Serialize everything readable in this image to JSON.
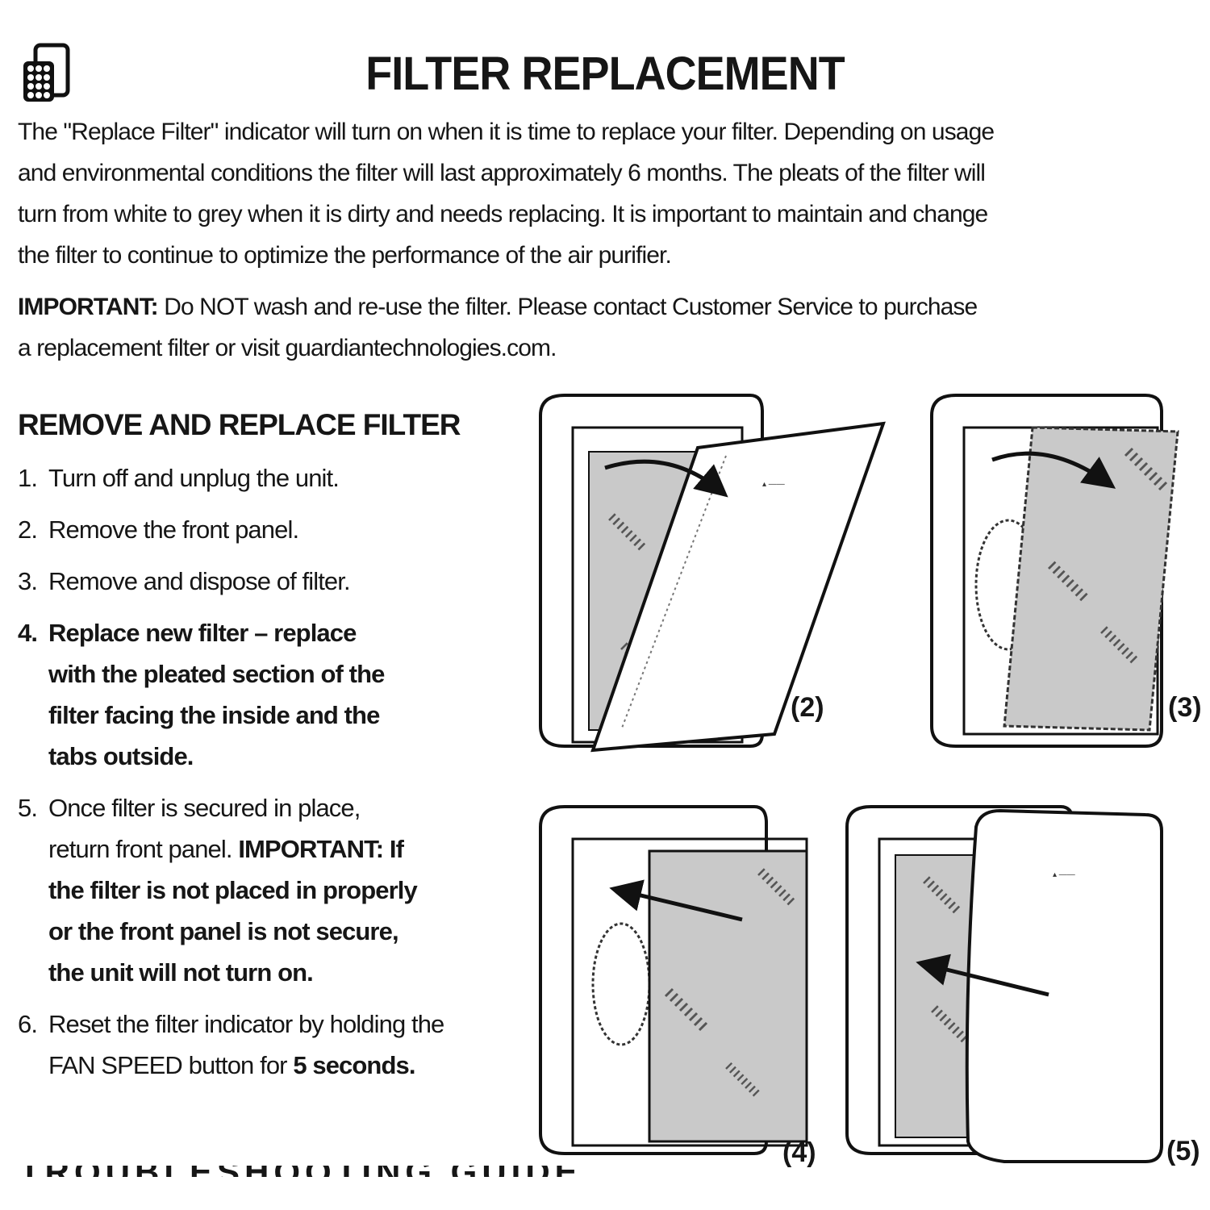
{
  "header": {
    "title": "FILTER REPLACEMENT",
    "icon": "filter-icon"
  },
  "intro_lines": [
    "The \"Replace Filter\" indicator will turn on when it is time to replace your filter. Depending on usage",
    "and environmental conditions the filter will last approximately 6 months. The pleats of the filter will",
    "turn from white to grey when it is dirty and needs replacing. It is important to maintain and change",
    "the filter to continue to optimize the performance of the air purifier."
  ],
  "important": {
    "label": "IMPORTANT:",
    "line1": " Do NOT wash and re-use the filter. Please contact Customer Service to purchase",
    "line2": "a replacement filter or visit guardiantechnologies.com."
  },
  "section": {
    "heading": "REMOVE AND REPLACE FILTER",
    "steps": [
      {
        "num": "1.",
        "lines": [
          "Turn off and unplug the unit."
        ]
      },
      {
        "num": "2.",
        "lines": [
          "Remove the front panel."
        ]
      },
      {
        "num": "3.",
        "lines": [
          "Remove and dispose of filter."
        ]
      },
      {
        "num": "4.",
        "lines": [
          "Replace new filter – replace",
          "with the pleated section of the",
          "filter facing the inside and the",
          "tabs outside."
        ]
      },
      {
        "num": "5.",
        "lines": [
          "Once filter is secured in place,",
          "return front panel. ",
          "IMPORTANT: If",
          "the filter is not placed in properly",
          "or the front panel is not secure,",
          "the unit will not turn on."
        ]
      },
      {
        "num": "6.",
        "lines": [
          "Reset the filter indicator by holding the",
          "FAN SPEED button for ",
          "5 seconds."
        ]
      }
    ]
  },
  "figures": [
    {
      "label": "(2)"
    },
    {
      "label": "(3)"
    },
    {
      "label": "(4)"
    },
    {
      "label": "(5)"
    }
  ],
  "next_heading": "TROUBLESHOOTING GUIDE"
}
